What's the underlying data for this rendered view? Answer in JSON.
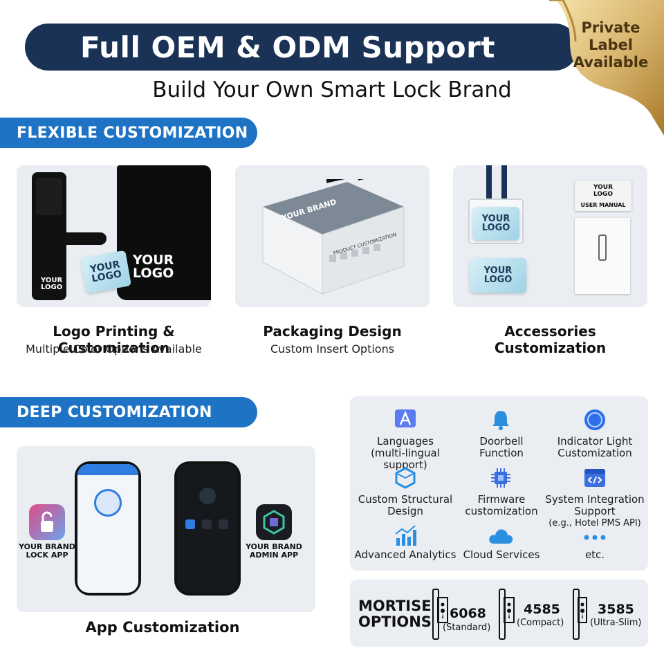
{
  "header": {
    "title": "Full OEM & ODM Support",
    "subtitle": "Build Your Own Smart Lock Brand",
    "ribbon": [
      "Private",
      "Label",
      "Available"
    ]
  },
  "sections": {
    "flexible": "FLEXIBLE CUSTOMIZATION",
    "deep": "DEEP CUSTOMIZATION"
  },
  "cards": [
    {
      "title": "Logo Printing & Customization",
      "subtitle": "Multiple Color Options Available"
    },
    {
      "title": "Packaging Design",
      "subtitle": "Custom Insert Options"
    },
    {
      "title": "Accessories",
      "title2": "Customization"
    }
  ],
  "logo_texts": {
    "your": "YOUR",
    "logo": "LOGO",
    "user_manual": "USER MANUAL",
    "your_brand": "YOUR BRAND",
    "product_customization": "PRODUCT CUSTOMIZATION"
  },
  "features": [
    {
      "line1": "Languages",
      "line2": "(multi-lingual support)",
      "icon": "language-icon"
    },
    {
      "line1": "Doorbell",
      "line2": "Function",
      "icon": "bell-icon"
    },
    {
      "line1": "Indicator Light",
      "line2": "Customization",
      "icon": "indicator-light-icon"
    },
    {
      "line1": "Custom Structural",
      "line2": "Design",
      "icon": "cube-icon"
    },
    {
      "line1": "Firmware",
      "line2": "customization",
      "icon": "chip-icon"
    },
    {
      "line1": "System Integration",
      "line2": "Support",
      "line3": "(e.g., Hotel PMS API)",
      "icon": "code-window-icon"
    },
    {
      "line1": "Advanced Analytics",
      "icon": "analytics-icon"
    },
    {
      "line1": "Cloud Services",
      "icon": "cloud-icon"
    },
    {
      "line1": "etc.",
      "icon": "more-dots-icon"
    }
  ],
  "apps": {
    "lock_app": [
      "YOUR BRAND",
      "LOCK APP"
    ],
    "admin_app": [
      "YOUR BRAND",
      "ADMIN APP"
    ],
    "caption": "App Customization"
  },
  "mortise": {
    "label": [
      "MORTISE",
      "OPTIONS"
    ],
    "options": [
      {
        "number": "6068",
        "note": "(Standard)"
      },
      {
        "number": "4585",
        "note": "(Compact)"
      },
      {
        "number": "3585",
        "note": "(Ultra-Slim)"
      }
    ]
  },
  "colors": {
    "navy": "#1b3257",
    "blue": "#1f73c4",
    "card_bg": "#eaeef3",
    "gold": "#c9a35a"
  }
}
